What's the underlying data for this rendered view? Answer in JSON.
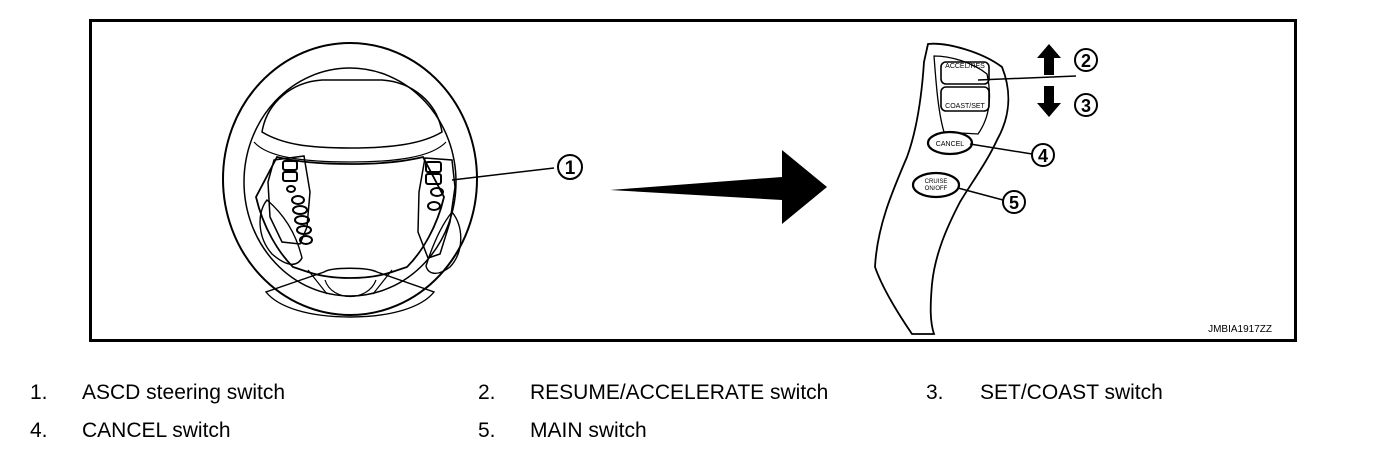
{
  "figure": {
    "code": "JMBIA1917ZZ",
    "callouts": [
      "1",
      "2",
      "3",
      "4",
      "5"
    ],
    "switch_labels": {
      "accel": "ACCEL/RES",
      "coast": "COAST/SET",
      "cancel": "CANCEL",
      "cruise_line1": "CRUISE",
      "cruise_line2": "ON/OFF"
    }
  },
  "legend": [
    {
      "num": "1.",
      "text": "ASCD steering switch"
    },
    {
      "num": "2.",
      "text": "RESUME/ACCELERATE switch"
    },
    {
      "num": "3.",
      "text": "SET/COAST switch"
    },
    {
      "num": "4.",
      "text": "CANCEL switch"
    },
    {
      "num": "5.",
      "text": "MAIN switch"
    }
  ]
}
